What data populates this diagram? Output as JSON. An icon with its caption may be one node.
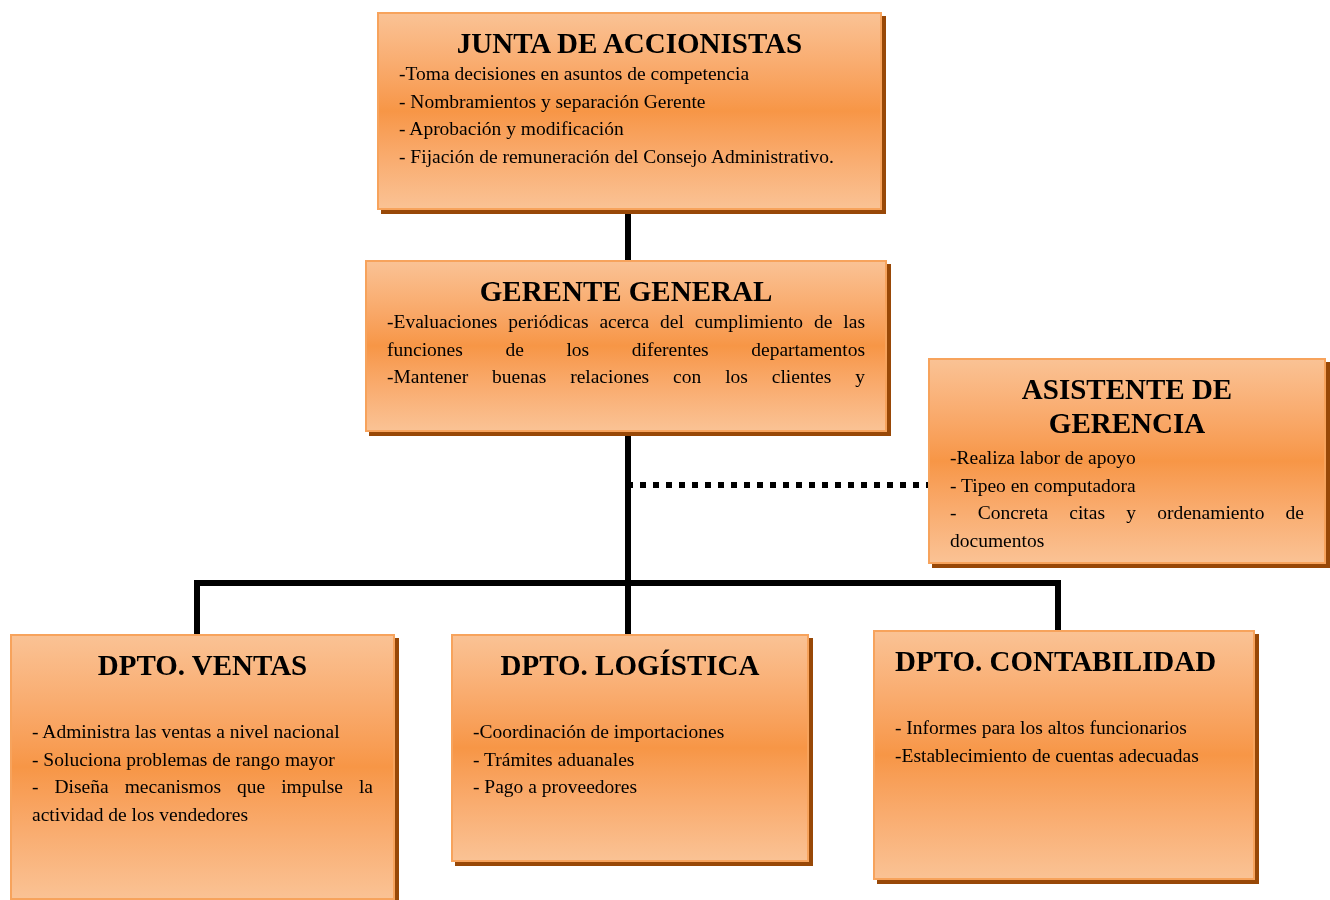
{
  "diagram": {
    "nodes": [
      {
        "text": [
          "JUNTA DE ACCIONISTAS",
          "-Toma decisiones en asuntos de competencia",
          "- Nombramientos y separación Gerente",
          "- Aprobación y modificación",
          "- Fijación de remuneración del Consejo Administrativo."
        ]
      },
      {
        "text": [
          "GERENTE GENERAL",
          "-Evaluaciones periódicas acerca del cumplimiento de las funciones de los diferentes departamentos",
          "-Mantener buenas relaciones con los clientes y"
        ]
      },
      {
        "text": [
          "ASISTENTE DE GERENCIA",
          "-Realiza labor de apoyo",
          "- Tipeo en computadora",
          "- Concreta citas y ordenamiento de documentos"
        ]
      },
      {
        "text": [
          "DPTO. VENTAS",
          "- Administra las ventas a nivel nacional",
          "- Soluciona problemas de rango mayor",
          "- Diseña mecanismos que impulse la actividad de los vendedores"
        ]
      },
      {
        "text": [
          "DPTO. LOGÍSTICA",
          "-Coordinación de importaciones",
          "- Trámites aduanales",
          "- Pago a proveedores"
        ]
      },
      {
        "text": [
          "DPTO. CONTABILIDAD",
          "- Informes para los altos funcionarios",
          "-Establecimiento de cuentas adecuadas"
        ]
      }
    ],
    "edges": [
      {
        "from": 0,
        "to": 1,
        "arrow": "none"
      },
      {
        "from": 1,
        "to": 2,
        "arrow": "none",
        "style": "dashed"
      },
      {
        "from": 1,
        "to": 3,
        "arrow": "none"
      },
      {
        "from": 1,
        "to": 4,
        "arrow": "none"
      },
      {
        "from": 1,
        "to": 5,
        "arrow": "none"
      }
    ]
  }
}
